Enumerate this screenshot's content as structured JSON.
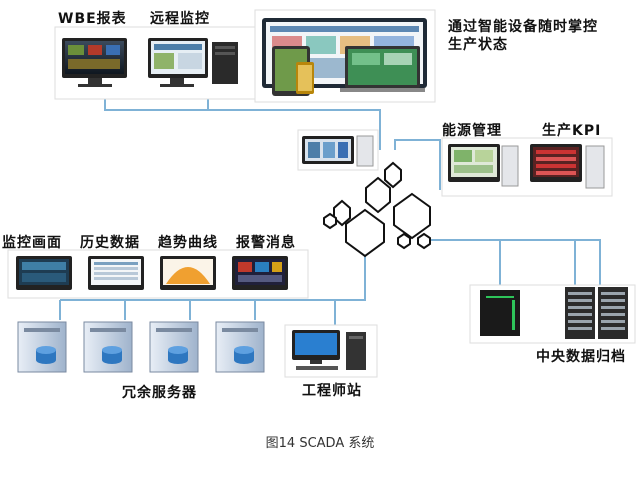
{
  "labels": {
    "wbe_report": "WBE报表",
    "remote_monitor": "远程监控",
    "smart_devices": "通过智能设备随时掌控生产状态",
    "energy_mgmt": "能源管理",
    "production_kpi": "生产KPI",
    "monitor_screen": "监控画面",
    "history_data": "历史数据",
    "trend_curve": "趋势曲线",
    "alarm_message": "报警消息",
    "redundant_servers": "冗余服务器",
    "engineer_station": "工程师站",
    "central_archive": "中央数据归档"
  },
  "caption": "图14  SCADA 系统",
  "colors": {
    "line": "#7fb2d6",
    "hex_stroke": "#111111",
    "server_body": "#c9d6e6",
    "server_cyl": "#2e77c0",
    "monitor_frame": "#222222"
  }
}
